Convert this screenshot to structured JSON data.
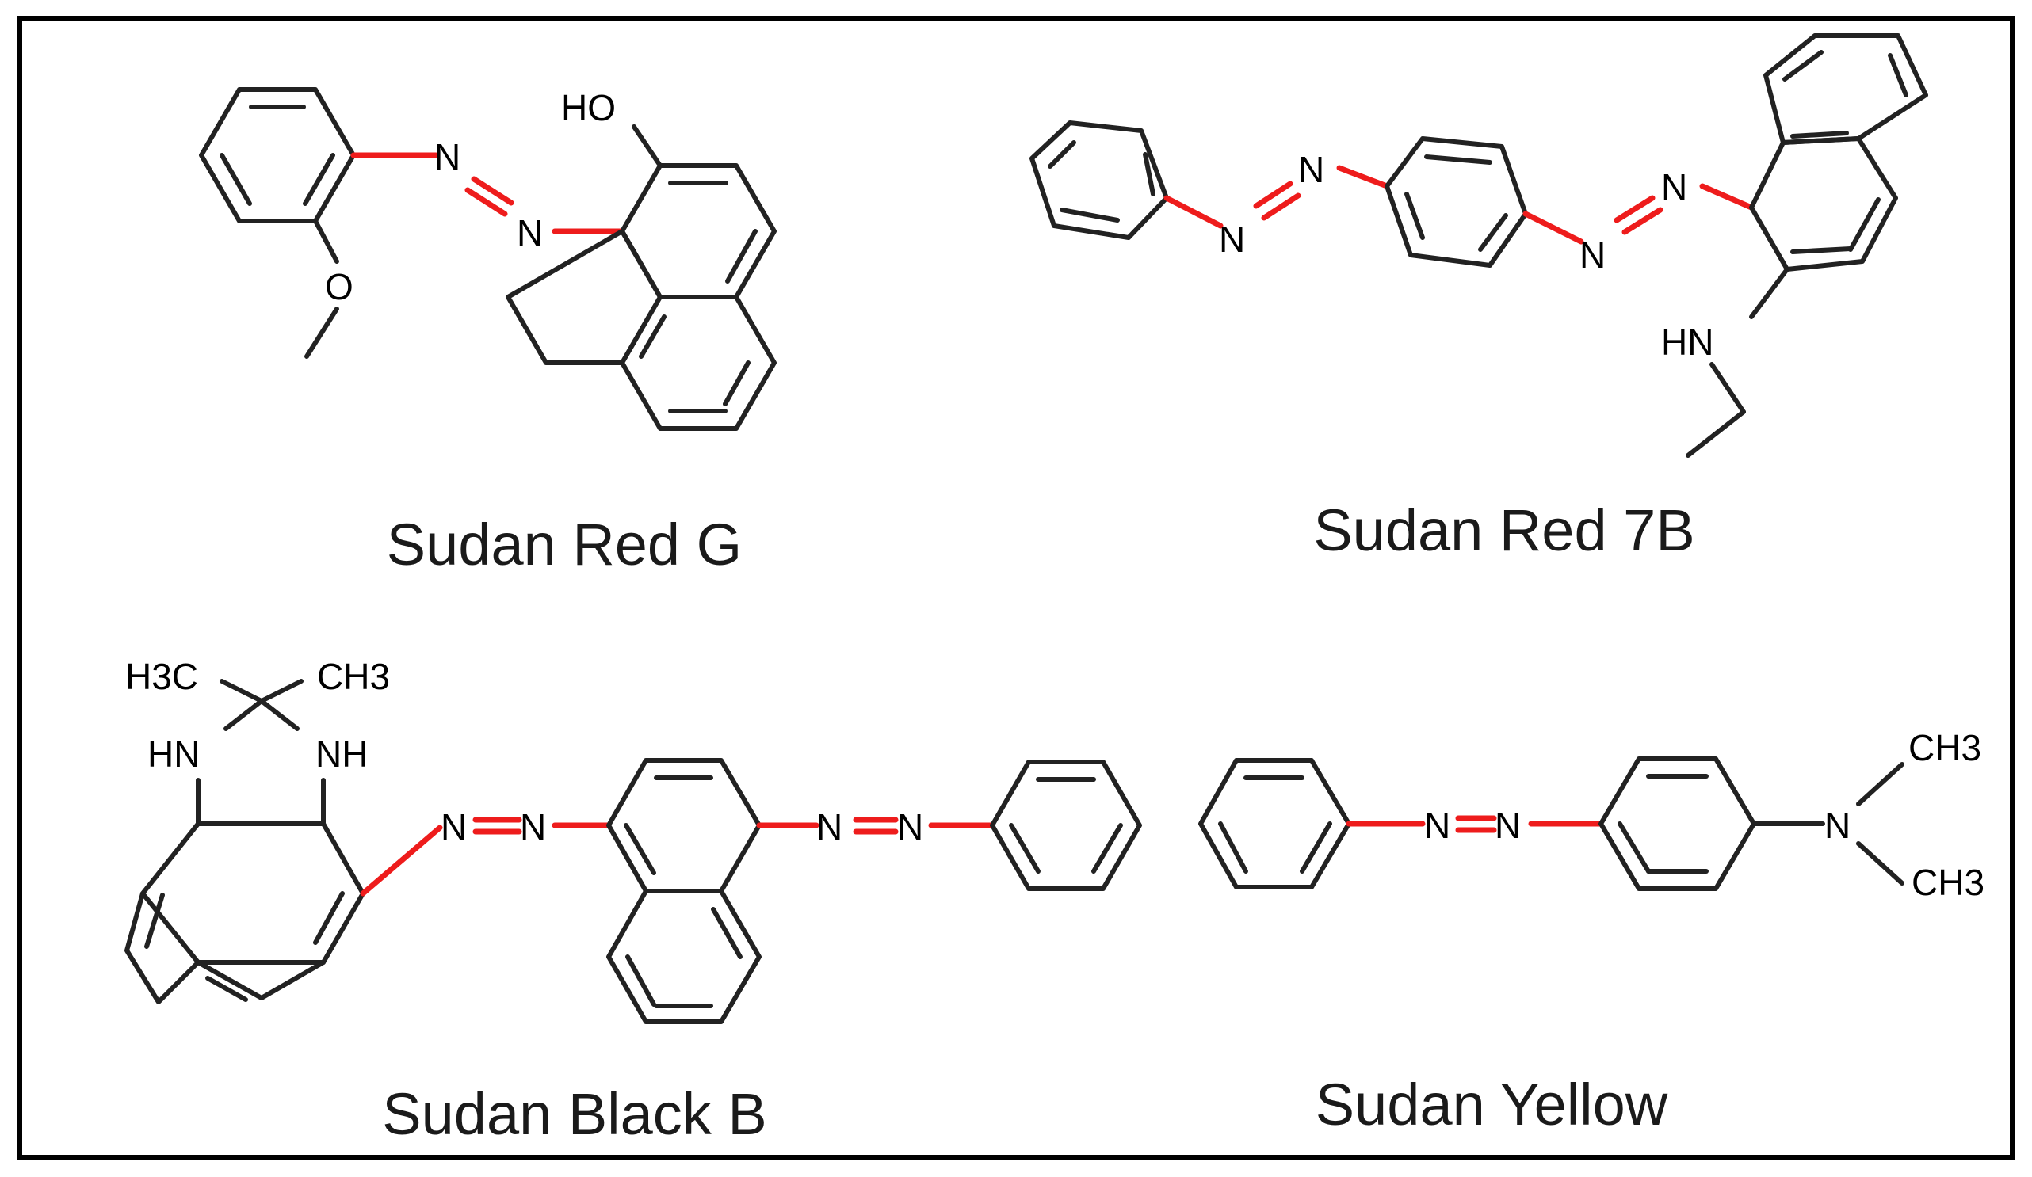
{
  "colors": {
    "azo_bond": "#ee1c1c",
    "bond": "#222222",
    "frame": "#000000"
  },
  "compounds": [
    {
      "name": "Sudan Red G",
      "atom_labels": [
        "N",
        "N",
        "HO",
        "O"
      ]
    },
    {
      "name": "Sudan Red 7B",
      "atom_labels": [
        "N",
        "N",
        "N",
        "N",
        "HN"
      ]
    },
    {
      "name": "Sudan Black B",
      "atom_labels": [
        "H3C",
        "CH3",
        "HN",
        "NH",
        "N",
        "N",
        "N",
        "N"
      ]
    },
    {
      "name": "Sudan Yellow",
      "atom_labels": [
        "N",
        "N",
        "N",
        "CH3",
        "CH3"
      ]
    }
  ]
}
